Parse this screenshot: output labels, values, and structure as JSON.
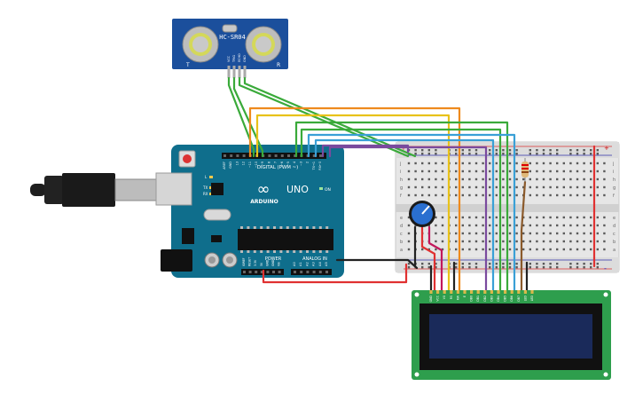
{
  "sensor": {
    "model": "HC-SR04",
    "left_mark": "T",
    "right_mark": "R",
    "pins": [
      "VCC",
      "TRIG",
      "ECHO",
      "GND"
    ]
  },
  "arduino": {
    "brand": "ARDUINO",
    "model": "UNO",
    "logo_symbol": "∞",
    "digital_label": "DIGITAL (PWM ~)",
    "analog_label": "ANALOG IN",
    "power_label": "POWER",
    "on_label": "ON",
    "led_labels": [
      "L",
      "TX",
      "RX"
    ],
    "header_top_left": [
      "AREF",
      "GND"
    ],
    "header_top_pins": [
      "13",
      "12",
      "~11",
      "~10",
      "~9",
      "8",
      "7",
      "~6",
      "~5",
      "4",
      "~3",
      "2",
      "TX→1",
      "RX←0"
    ],
    "power_pins": [
      "IOREF",
      "RESET",
      "3.3V",
      "5V",
      "GND",
      "GND",
      "Vin"
    ],
    "analog_pins": [
      "A0",
      "A1",
      "A2",
      "A3",
      "A4",
      "A5"
    ]
  },
  "breadboard": {
    "row_letters_top": [
      "j",
      "i",
      "h",
      "g",
      "f"
    ],
    "row_letters_bottom": [
      "e",
      "d",
      "c",
      "b",
      "a"
    ],
    "rail_plus": "+",
    "rail_minus": "-"
  },
  "lcd": {
    "pins": [
      "GND",
      "VCC",
      "V0",
      "RS",
      "RW",
      "E",
      "DB0",
      "DB1",
      "DB2",
      "DB3",
      "DB4",
      "DB5",
      "DB6",
      "DB7",
      "LED",
      "LED"
    ]
  },
  "colors": {
    "board": "#0f6e8c",
    "sensor": "#1b4f9c",
    "lcd_pcb": "#2e9e4d",
    "lcd_screen": "#1a2a5a",
    "wire_green": "#3aaa3a",
    "wire_yellow": "#e8c21a",
    "wire_orange": "#ee8a1d",
    "wire_blue": "#3aa0d6",
    "wire_purple": "#7a4a9e",
    "wire_red": "#e03131",
    "wire_black": "#222222",
    "wire_magenta": "#c2185b",
    "wire_brown": "#8b5a2b"
  }
}
